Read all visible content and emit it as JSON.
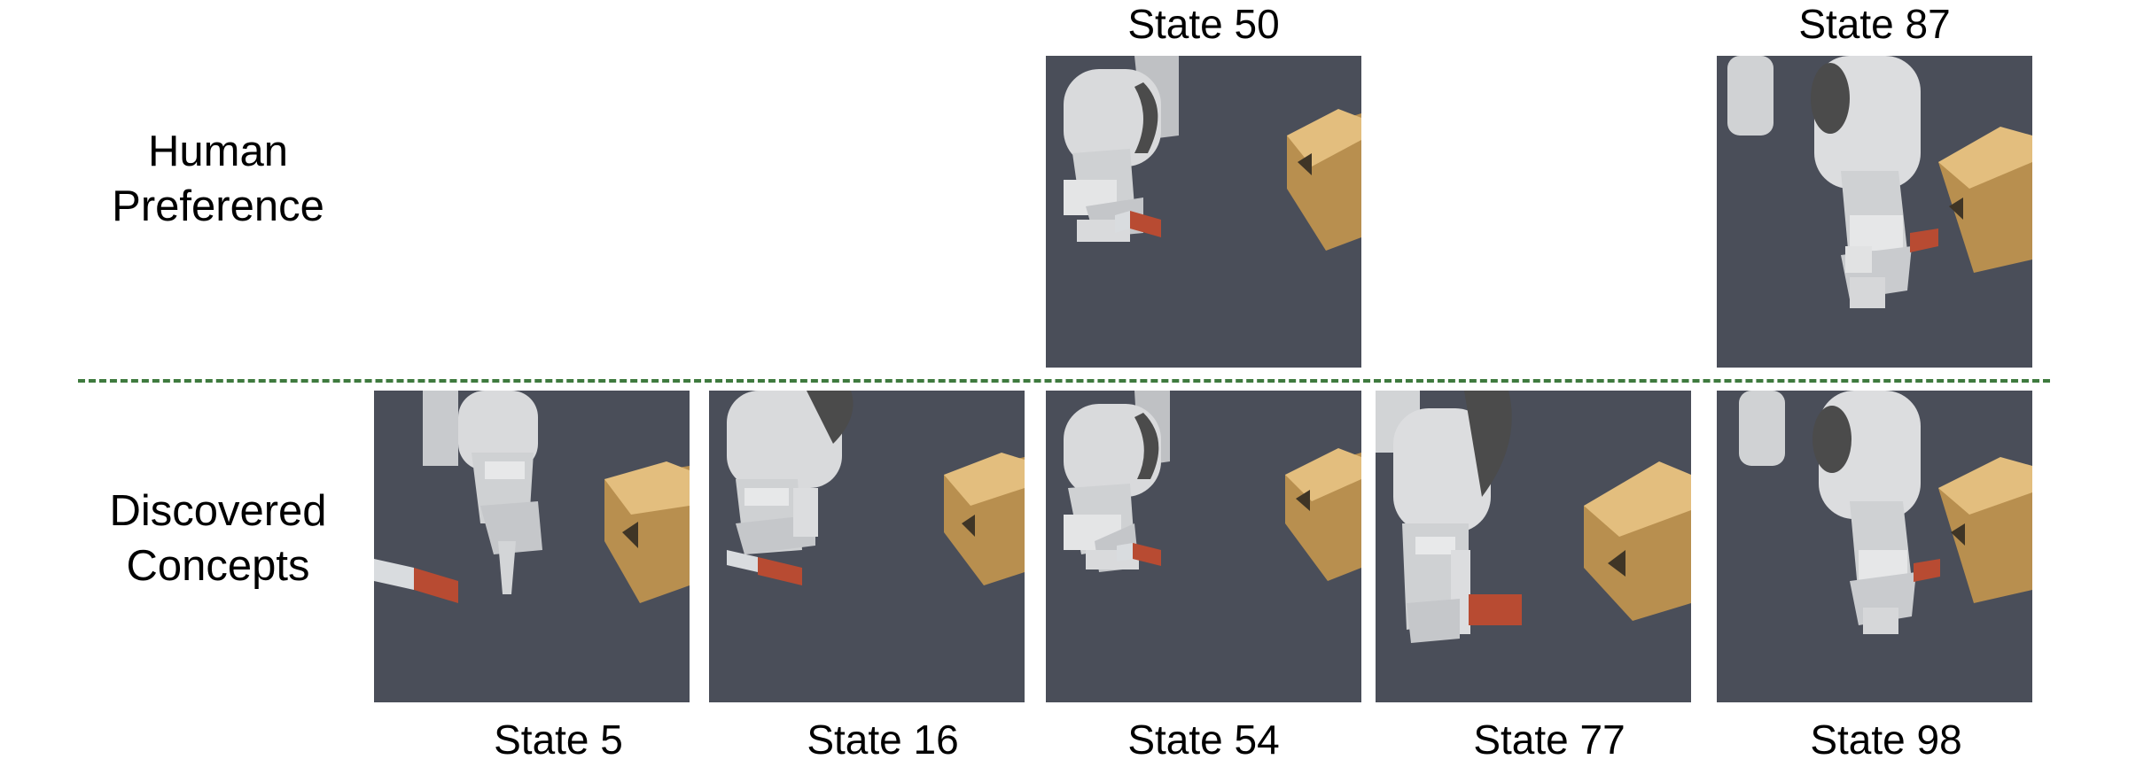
{
  "rows": {
    "human_preference": {
      "label_line1": "Human",
      "label_line2": "Preference"
    },
    "discovered_concepts": {
      "label_line1": "Discovered",
      "label_line2": "Concepts"
    }
  },
  "human_preference_frames": [
    {
      "caption": "State 50"
    },
    {
      "caption": "State 87"
    }
  ],
  "discovered_frames": [
    {
      "caption": "State 5"
    },
    {
      "caption": "State 16"
    },
    {
      "caption": "State 54"
    },
    {
      "caption": "State 77"
    },
    {
      "caption": "State 98"
    }
  ],
  "colors": {
    "background": "#4a4e59",
    "robot": "#d9dadc",
    "robot_shadow": "#a9abae",
    "robot_dark": "#4b4b4b",
    "box_top": "#e3be7e",
    "box_side": "#b88f4f",
    "block_red": "#b84b32",
    "block_white": "#d9dcdf",
    "divider": "#3e7a3e"
  }
}
